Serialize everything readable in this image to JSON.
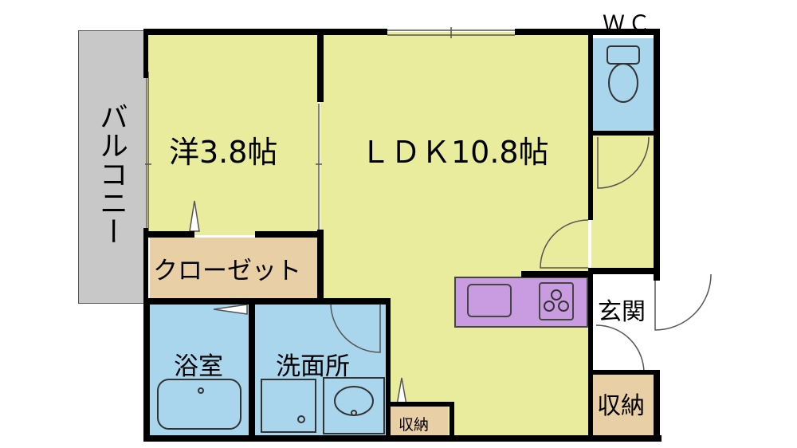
{
  "plan": {
    "rooms": {
      "balcony": {
        "label": "バルコニー",
        "color": "#c8c8c8"
      },
      "western_room": {
        "label": "洋3.8帖",
        "color": "#e8ec9c"
      },
      "ldk": {
        "label": "ＬＤＫ10.8帖",
        "color": "#e8ec9c"
      },
      "closet": {
        "label": "クローゼット",
        "color": "#e9cfa6"
      },
      "bathroom": {
        "label": "浴室",
        "color": "#a9d6ec"
      },
      "washroom": {
        "label": "洗面所",
        "color": "#a9d6ec"
      },
      "storage_small": {
        "label": "収納",
        "color": "#e9cfa6"
      },
      "wc": {
        "label": "ＷＣ",
        "color": "#a9d6ec"
      },
      "entrance": {
        "label": "玄関",
        "color": "#ffffff"
      },
      "storage_entrance": {
        "label": "収納",
        "color": "#e9cfa6"
      },
      "hallway": {
        "label": "",
        "color": "#e8ec9c"
      }
    },
    "kitchen": {
      "color": "#c99be0"
    },
    "wall_color": "#000000"
  }
}
